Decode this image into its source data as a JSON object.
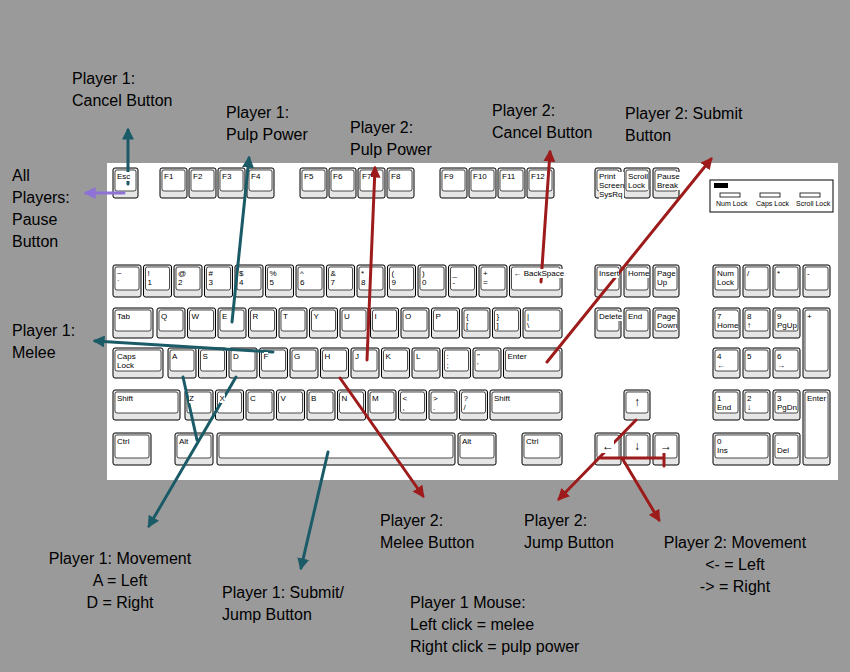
{
  "diagram": {
    "labels": [
      "Player 1: Cancel Button",
      "All Players: Pause Button",
      "Player 1: Pulp Power",
      "Player 2: Pulp Power",
      "Player 2: Cancel Button",
      "Player 2: Submit Button",
      "Player 1: Melee",
      "Player 1: Movement",
      "A = Left",
      "D = Right",
      "Player 1: Submit/ Jump Button",
      "Player 2: Melee Button",
      "Player 2: Jump Button",
      "Player 2: Movement",
      "<- = Left",
      "-> = Right",
      "Player 1 Mouse:",
      "Left click = melee",
      "Right click = pulp power",
      "Esc",
      "F1",
      "F2",
      "F3",
      "F4",
      "F5",
      "F6",
      "F7",
      "F8",
      "F9",
      "F10",
      "F11",
      "F12",
      "Print Screen SysRq",
      "Scroll Lock",
      "Pause Break",
      "Num Lock",
      "Caps Lock",
      "Scroll Lock",
      "~ `",
      "! 1",
      "@ 2",
      "# 3",
      "$ 4",
      "% 5",
      "^ 6",
      "& 7",
      "* 8",
      "( 9",
      ") 0",
      "_ -",
      "+ =",
      "← BackSpace",
      "Insert",
      "Home",
      "Page Up",
      "Num Lock",
      "/",
      "*",
      "-",
      "Tab",
      "Q",
      "W",
      "E",
      "R",
      "T",
      "Y",
      "U",
      "I",
      "O",
      "P",
      "{ [",
      "} ]",
      "| \\",
      "Delete",
      "End",
      "Page Down",
      "7 Home",
      "8 ↑",
      "9 PgUp",
      "+",
      "Caps Lock",
      "A",
      "S",
      "D",
      "F",
      "G",
      "H",
      "J",
      "K",
      "L",
      ": ;",
      "\" '",
      "Enter",
      "4 ←",
      "5",
      "6 →",
      "Shift",
      "Z",
      "X",
      "C",
      "V",
      "B",
      "N",
      "M",
      "< ,",
      "> .",
      "? /",
      "Shift",
      "↑",
      "1 End",
      "2 ↓",
      "3 PgDn",
      "Enter",
      "Ctrl",
      "Alt",
      "Alt",
      "Ctrl",
      "←",
      "↓",
      "→",
      "0 Ins",
      ". Del"
    ]
  }
}
